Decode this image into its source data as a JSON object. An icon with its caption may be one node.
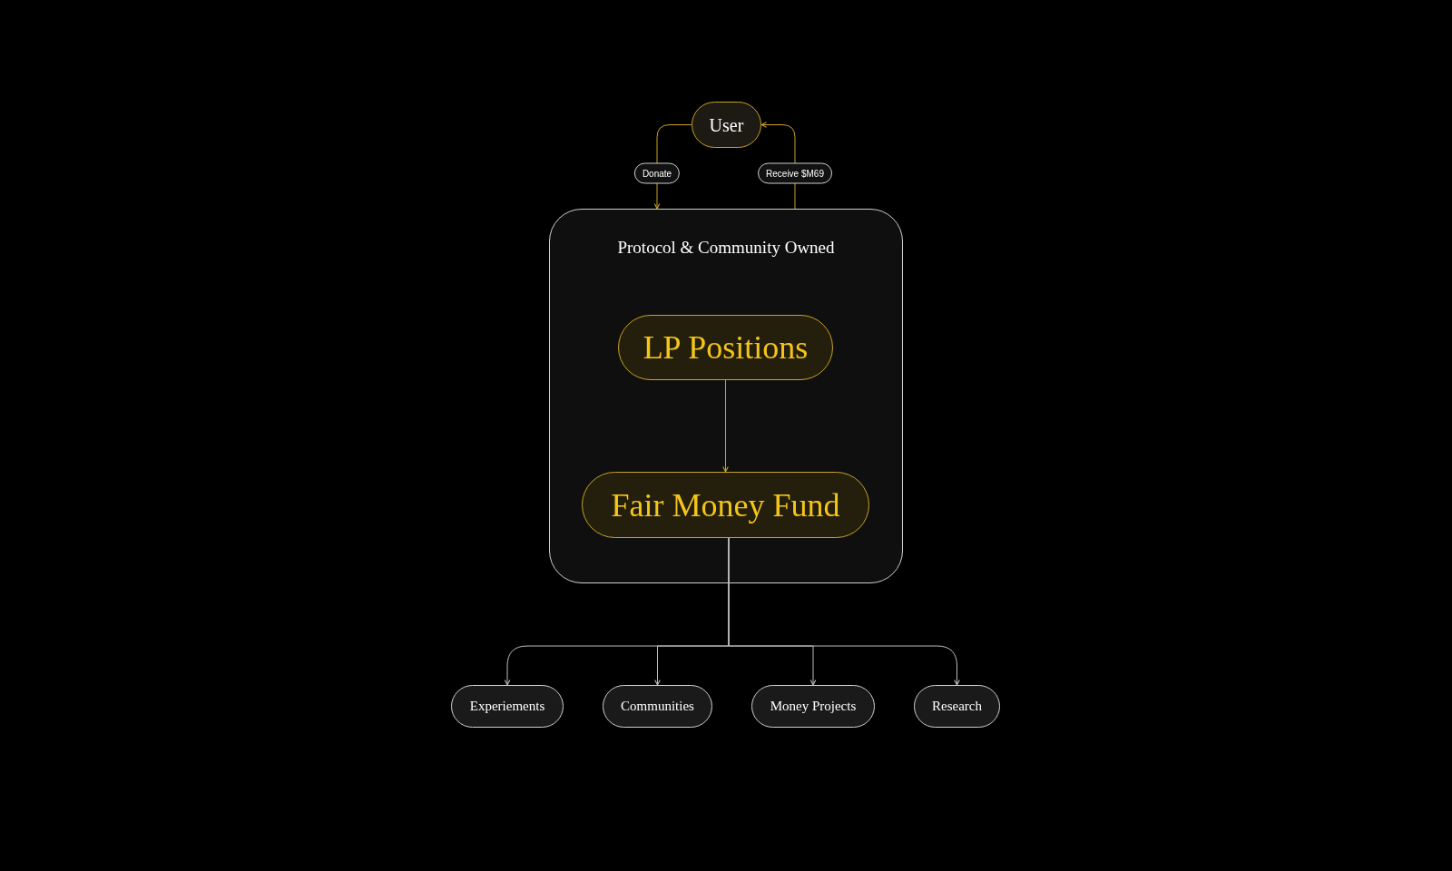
{
  "diagram": {
    "nodes": [
      {
        "text": [
          "User"
        ]
      },
      {
        "text": [
          "Protocol & Community Owned"
        ]
      },
      {
        "text": [
          "LP Positions"
        ],
        "in": 1
      },
      {
        "text": [
          "Fair Money Fund"
        ],
        "in": 1
      },
      {
        "text": [
          "Experiements"
        ]
      },
      {
        "text": [
          "Communities"
        ]
      },
      {
        "text": [
          "Money Projects"
        ]
      },
      {
        "text": [
          "Research"
        ]
      }
    ],
    "edges": [
      {
        "from": 0,
        "to": 1,
        "arrow": "to",
        "label": "Donate",
        "color": "#c9a227"
      },
      {
        "from": 1,
        "to": 0,
        "arrow": "to",
        "label": "Receive $M69",
        "color": "#c9a227"
      },
      {
        "from": 2,
        "to": 3,
        "arrow": "to",
        "color": "#c9a227"
      },
      {
        "from": 3,
        "to": 4,
        "arrow": "to"
      },
      {
        "from": 3,
        "to": 5,
        "arrow": "to"
      },
      {
        "from": 3,
        "to": 6,
        "arrow": "to"
      },
      {
        "from": 3,
        "to": 7,
        "arrow": "to"
      }
    ]
  }
}
